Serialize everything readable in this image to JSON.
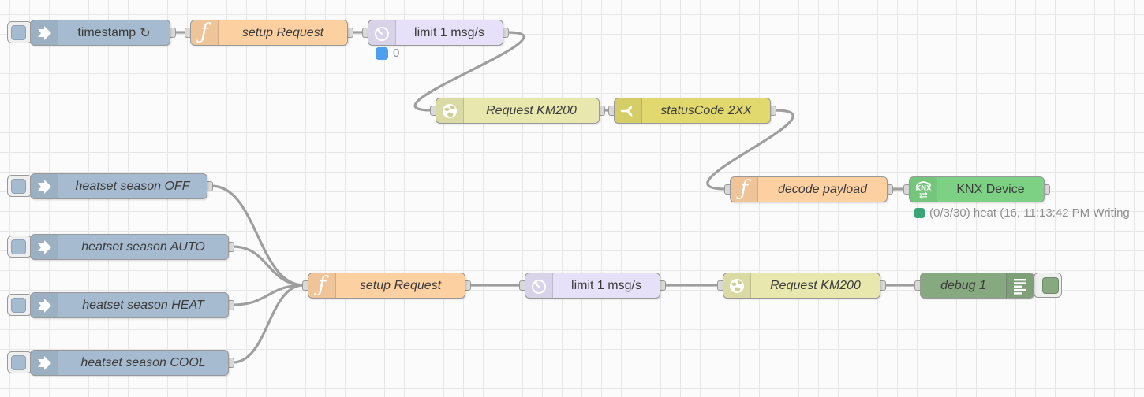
{
  "canvas": {
    "background": "#fbfbfb",
    "grid_color": "#e7e7e7"
  },
  "palette_colors": {
    "inject": "#a6bbcf",
    "function": "#fdd0a2",
    "delay": "#e6e0f8",
    "http_request": "#e7e7ae",
    "switch": "#e2d96e",
    "knx_device": "#7dd185",
    "debug": "#87a980",
    "wire": "#9e9e9e",
    "badge_blue": "#4da0f0",
    "status_green": "#3aa578",
    "status_text": "#8f8f8f"
  },
  "nodes": {
    "inject_timestamp": {
      "label": "timestamp",
      "repeat_icon": "↻"
    },
    "function_setup_top": {
      "label": "setup Request"
    },
    "delay_top": {
      "label": "limit 1 msg/s",
      "status": "0"
    },
    "http_top": {
      "label": "Request KM200"
    },
    "switch_status": {
      "label": "statusCode 2XX"
    },
    "function_decode": {
      "label": "decode payload"
    },
    "knx_device": {
      "label": "KNX Device",
      "status": "(0/3/30) heat (16, 11:13:42 PM Writing",
      "icon_text": "KNX",
      "icon_arrows": "⇄"
    },
    "inject_off": {
      "label": "heatset season OFF"
    },
    "inject_auto": {
      "label": "heatset season AUTO"
    },
    "inject_heat": {
      "label": "heatset season HEAT"
    },
    "inject_cool": {
      "label": "heatset season COOL"
    },
    "function_setup_bottom": {
      "label": "setup Request"
    },
    "delay_bottom": {
      "label": "limit 1 msg/s"
    },
    "http_bottom": {
      "label": "Request KM200"
    },
    "debug_1": {
      "label": "debug 1"
    }
  }
}
